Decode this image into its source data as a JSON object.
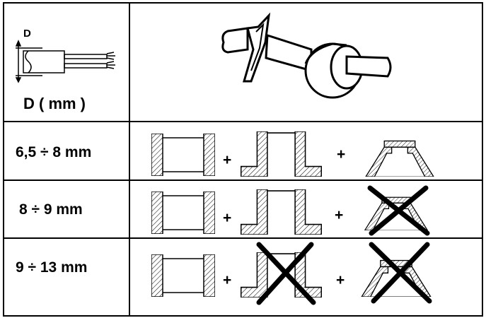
{
  "header": {
    "diagram_label": "D",
    "column_label": "D ( mm )"
  },
  "rows": [
    {
      "range": "6,5 ÷ 8 mm",
      "plus": [
        "+",
        "+"
      ],
      "excluded": []
    },
    {
      "range": "8 ÷ 9 mm",
      "plus": [
        "+",
        "+"
      ],
      "excluded": [
        "cone-seal"
      ]
    },
    {
      "range": "9 ÷ 13 mm",
      "plus": [
        "+",
        "+"
      ],
      "excluded": [
        "flanged-bushing",
        "cone-seal"
      ]
    }
  ]
}
